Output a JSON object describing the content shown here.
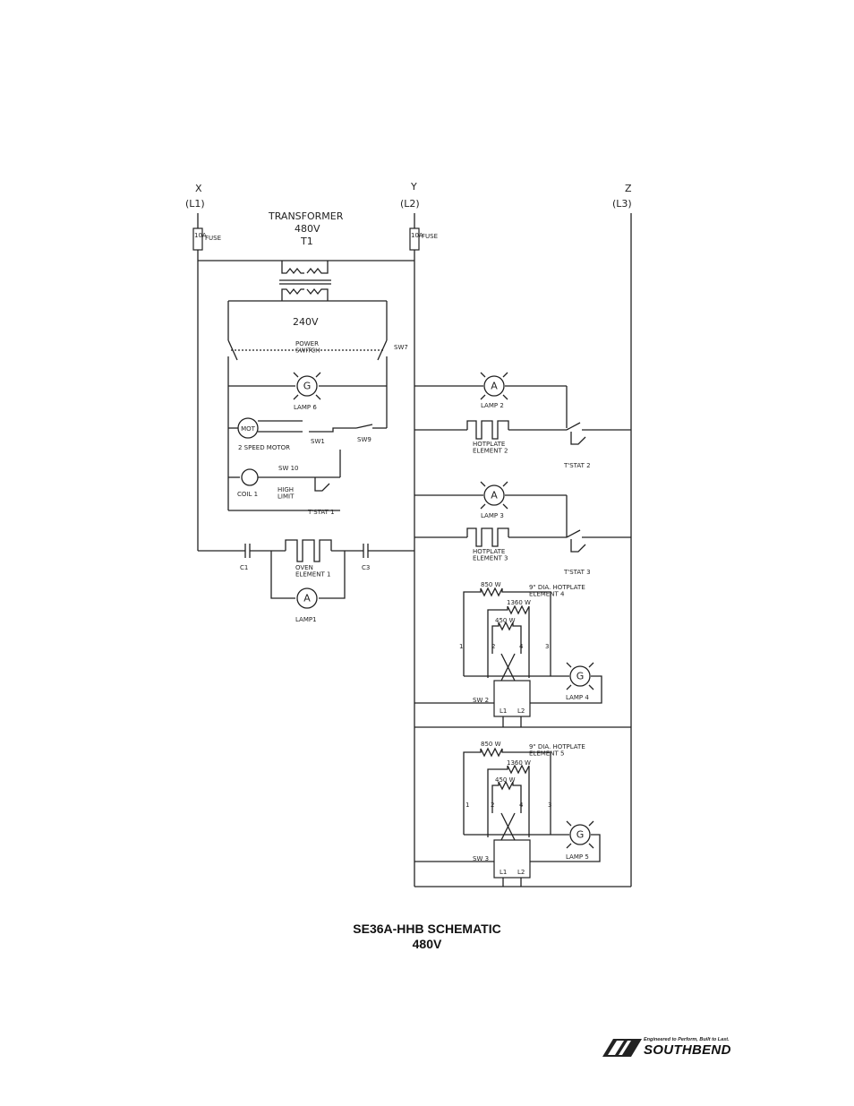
{
  "lines": {
    "l1_letter": "X",
    "l1_label": "(L1)",
    "l2_letter": "Y",
    "l2_label": "(L2)",
    "l3_letter": "Z",
    "l3_label": "(L3)"
  },
  "fuse_label": "FUSE",
  "fuse_rating": "10A",
  "transformer": {
    "title": "TRANSFORMER",
    "primary": "480V",
    "id": "T1",
    "secondary": "240V"
  },
  "power_switch": {
    "label": "POWER\nSWITCH",
    "id": "SW7"
  },
  "lamp6": "LAMP 6",
  "motor": {
    "symbol": "MOT",
    "label": "2 SPEED MOTOR",
    "sw1": "SW1",
    "sw9": "SW9"
  },
  "coil": {
    "label": "COIL 1",
    "sw10": "SW 10",
    "high_limit": "HIGH\nLIMIT",
    "tstat1": "T'STAT 1"
  },
  "oven": {
    "c1": "C1",
    "c3": "C3",
    "element": "OVEN\nELEMENT 1",
    "lamp1": "LAMP1"
  },
  "lamp2": "LAMP 2",
  "hotplate2": {
    "element": "HOTPLATE\nELEMENT 2",
    "tstat": "T'STAT 2"
  },
  "lamp3": "LAMP 3",
  "hotplate3": {
    "element": "HOTPLATE\nELEMENT 3",
    "tstat": "T'STAT 3"
  },
  "hotplate4": {
    "title": "9\" DIA. HOTPLATE\nELEMENT 4",
    "w850": "850 W",
    "w1360": "1360 W",
    "w450": "450 W",
    "t1": "1",
    "t2": "2",
    "t3": "3",
    "t4": "4",
    "sw": "SW 2",
    "lamp": "LAMP 4",
    "l1": "L1",
    "l2": "L2"
  },
  "hotplate5": {
    "title": "9\" DIA. HOTPLATE\nELEMENT 5",
    "w850": "850 W",
    "w1360": "1360 W",
    "w450": "450 W",
    "t1": "1",
    "t2": "2",
    "t3": "3",
    "t4": "4",
    "sw": "SW 3",
    "lamp": "LAMP 5",
    "l1": "L1",
    "l2": "L2"
  },
  "symbols": {
    "amber": "A",
    "green": "G"
  },
  "title_line1": "SE36A-HHB SCHEMATIC",
  "title_line2": "480V",
  "logo": {
    "tagline": "Engineered to Perform, Built to Last.",
    "brand": "SOUTHBEND"
  }
}
